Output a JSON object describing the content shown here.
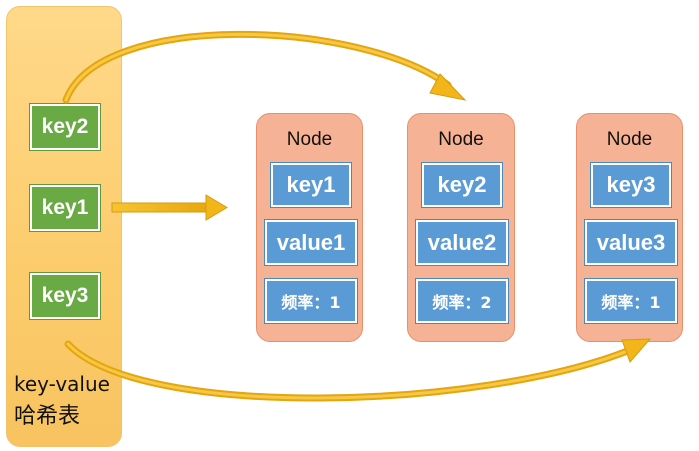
{
  "hash_table": {
    "keys": [
      "key2",
      "key1",
      "key3"
    ],
    "caption_line1": "key-value",
    "caption_line2": "哈希表"
  },
  "nodes": [
    {
      "title": "Node",
      "key": "key1",
      "value": "value1",
      "freq": "频率：1"
    },
    {
      "title": "Node",
      "key": "key2",
      "value": "value2",
      "freq": "频率：2"
    },
    {
      "title": "Node",
      "key": "key3",
      "value": "value3",
      "freq": "频率：1"
    }
  ],
  "colors": {
    "hash_panel": "#fccc6c",
    "key_green": "#6aaa45",
    "node_salmon": "#f5b294",
    "cell_blue": "#5b9bd5",
    "arrow_gold": "#f2b51a"
  }
}
